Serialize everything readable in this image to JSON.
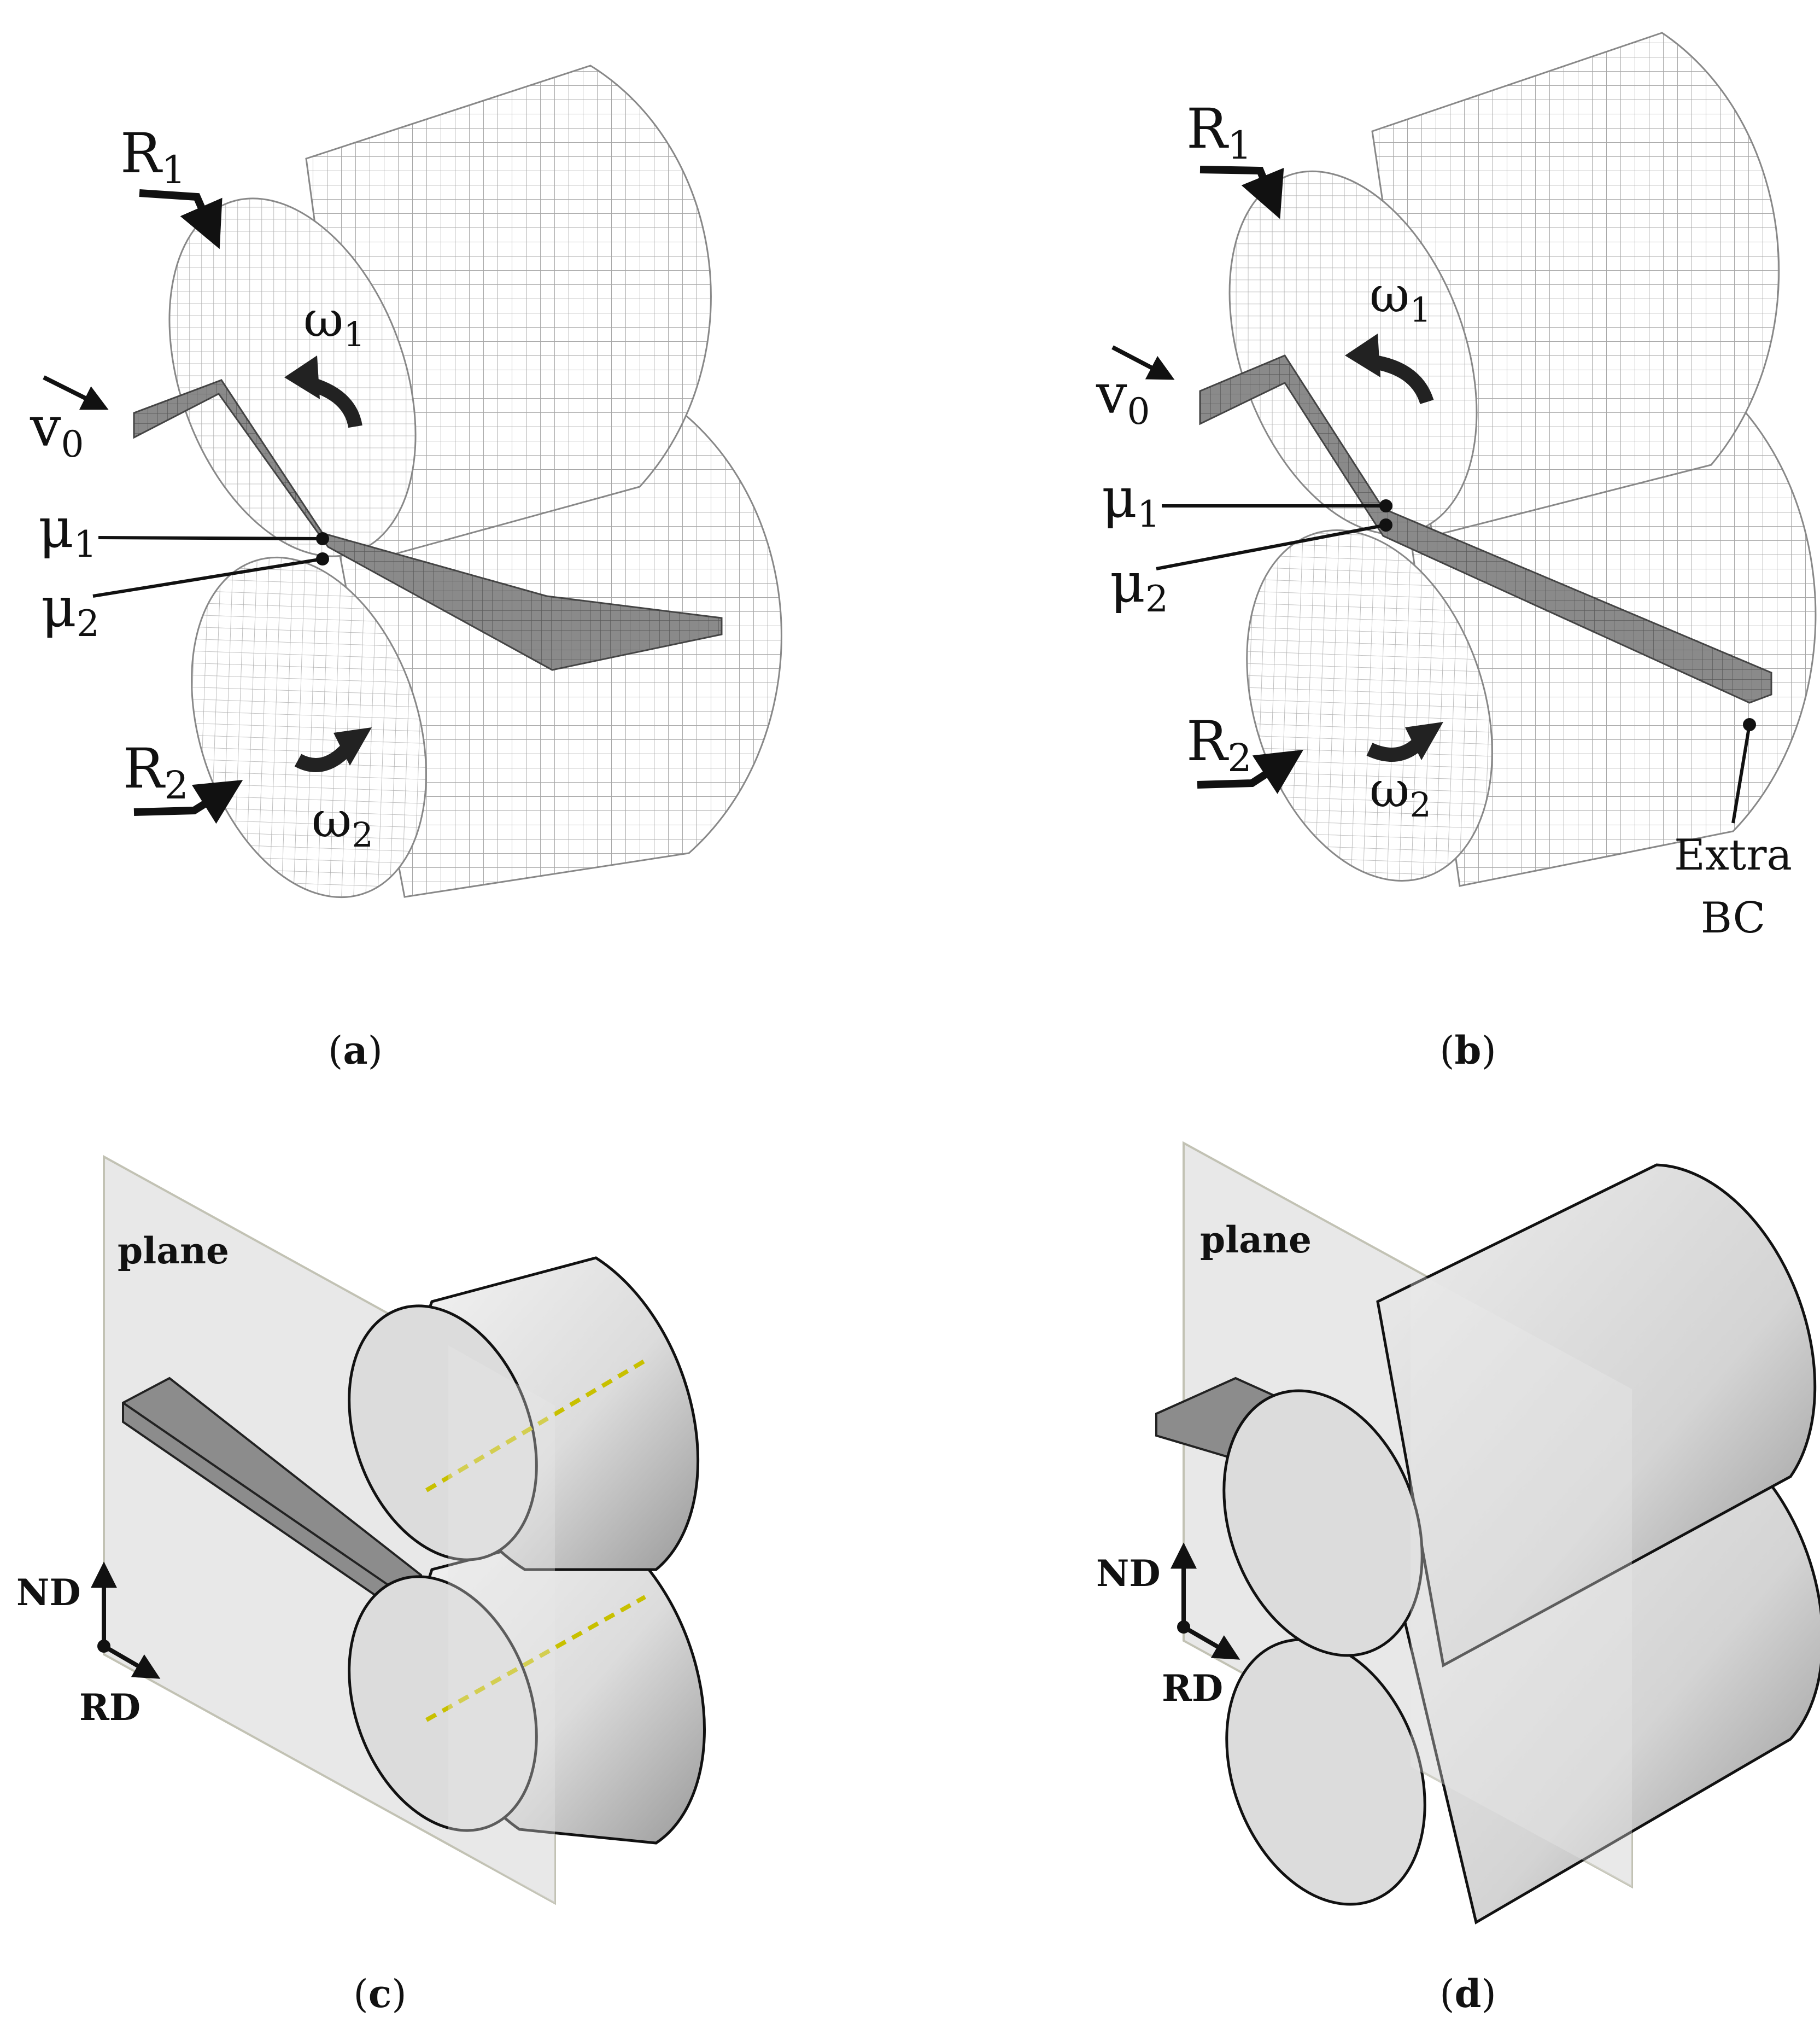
{
  "panels": {
    "a": {
      "caption_open": "(",
      "caption_letter": "a",
      "caption_close": ")",
      "labels": {
        "R1": "R",
        "R1_sub": "1",
        "R2": "R",
        "R2_sub": "2",
        "omega1": "ω",
        "omega1_sub": "1",
        "omega2": "ω",
        "omega2_sub": "2",
        "v0": "v",
        "v0_sub": "0",
        "mu1": "μ",
        "mu1_sub": "1",
        "mu2": "μ",
        "mu2_sub": "2"
      }
    },
    "b": {
      "caption_open": "(",
      "caption_letter": "b",
      "caption_close": ")",
      "labels": {
        "R1": "R",
        "R1_sub": "1",
        "R2": "R",
        "R2_sub": "2",
        "omega1": "ω",
        "omega1_sub": "1",
        "omega2": "ω",
        "omega2_sub": "2",
        "v0": "v",
        "v0_sub": "0",
        "mu1": "μ",
        "mu1_sub": "1",
        "mu2": "μ",
        "mu2_sub": "2",
        "extra_bc_line1": "Extra",
        "extra_bc_line2": "BC"
      }
    },
    "c": {
      "caption_open": "(",
      "caption_letter": "c",
      "caption_close": ")",
      "labels": {
        "plane": "plane",
        "nd": "ND",
        "rd": "RD"
      }
    },
    "d": {
      "caption_open": "(",
      "caption_letter": "d",
      "caption_close": ")",
      "labels": {
        "plane": "plane",
        "nd": "ND",
        "rd": "RD"
      }
    }
  },
  "colors": {
    "mesh_line": "#9a9a9a",
    "strip_dark": "#7a7a7a",
    "plane_fill": "#e4e4e4",
    "roll_fill": "#d9d9d9",
    "axis_dash": "#c8c000",
    "text": "#111111"
  },
  "icons": [
    "rotation-arrow-icon",
    "pointer-arrow-icon",
    "axis-arrow-icon"
  ]
}
